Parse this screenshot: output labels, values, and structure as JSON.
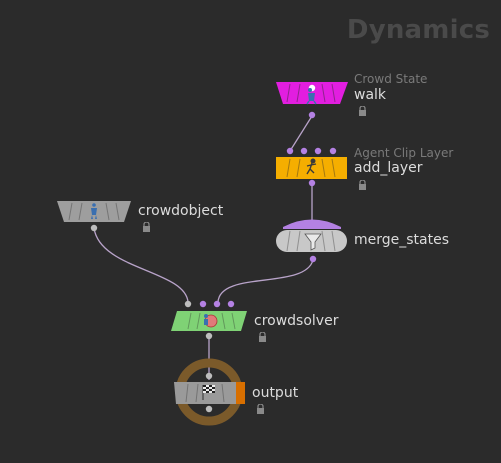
{
  "network": {
    "context_title": "Dynamics"
  },
  "nodes": {
    "walk": {
      "type_label": "Crowd State",
      "name": "walk",
      "color": "#e21ee0",
      "icon": "walking-figure-icon"
    },
    "add_layer": {
      "type_label": "Agent Clip Layer",
      "name": "add_layer",
      "color": "#f5ae00",
      "icon": "running-figure-icon"
    },
    "merge_states": {
      "name": "merge_states",
      "color": "#c8c8c8",
      "input_bar_color": "#b481e3",
      "icon": "funnel-icon"
    },
    "crowdobject": {
      "name": "crowdobject",
      "color": "#9e9e9e",
      "icon": "agent-figure-icon"
    },
    "crowdsolver": {
      "name": "crowdsolver",
      "color": "#7fd275",
      "icon": "crowd-solver-icon"
    },
    "output": {
      "name": "output",
      "color": "#9a9a9a",
      "output_flag_color": "#d86f00",
      "ring_color": "#7b5a2a",
      "icon": "checkered-flag-icon"
    }
  },
  "colors": {
    "background": "#2b2b2b",
    "wire": "#b8a3c9",
    "port_purple": "#b481e3",
    "port_gray": "#bdbdbd",
    "lock_icon": "#8a8a8a"
  }
}
